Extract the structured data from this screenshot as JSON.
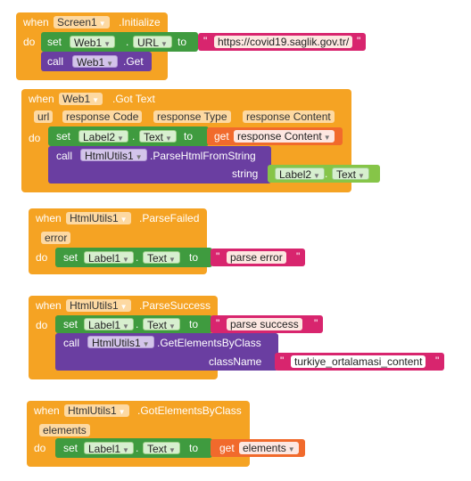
{
  "b1": {
    "when": "when",
    "component": "Screen1",
    "event": ".Initialize",
    "do": "do",
    "set": "set",
    "set_component": "Web1",
    "set_property": "URL",
    "to": "to",
    "url_value": "https://covid19.saglik.gov.tr/",
    "call": "call",
    "call_component": "Web1",
    "call_method": ".Get"
  },
  "b2": {
    "when": "when",
    "component": "Web1",
    "event": ".Got Text",
    "params": [
      "url",
      "response Code",
      "response Type",
      "response Content"
    ],
    "do": "do",
    "set": "set",
    "set_component": "Label2",
    "set_property": "Text",
    "to": "to",
    "get": "get",
    "get_var": "response Content",
    "call": "call",
    "call_component": "HtmlUtils1",
    "call_method": ".ParseHtmlFromString",
    "arg_label": "string",
    "arg_component": "Label2",
    "arg_property": "Text"
  },
  "b3": {
    "when": "when",
    "component": "HtmlUtils1",
    "event": ".ParseFailed",
    "param": "error",
    "do": "do",
    "set": "set",
    "set_component": "Label1",
    "set_property": "Text",
    "to": "to",
    "value": "parse error"
  },
  "b4": {
    "when": "when",
    "component": "HtmlUtils1",
    "event": ".ParseSuccess",
    "do": "do",
    "set": "set",
    "set_component": "Label1",
    "set_property": "Text",
    "to": "to",
    "value": "parse success",
    "call": "call",
    "call_component": "HtmlUtils1",
    "call_method": ".GetElementsByClass",
    "arg_label": "className",
    "arg_value": "turkiye_ortalamasi_content"
  },
  "b5": {
    "when": "when",
    "component": "HtmlUtils1",
    "event": ".GotElementsByClass",
    "param": "elements",
    "do": "do",
    "set": "set",
    "set_component": "Label1",
    "set_property": "Text",
    "to": "to",
    "get": "get",
    "get_var": "elements"
  },
  "colors": {
    "event": "#f5a323",
    "set": "#3f9b3f",
    "call": "#6a3ea1",
    "text": "#d8256e",
    "get": "#f16a2c",
    "lime": "#86c548"
  },
  "icons": {
    "dropdown": "triangle-down",
    "quote": "double-quote"
  }
}
